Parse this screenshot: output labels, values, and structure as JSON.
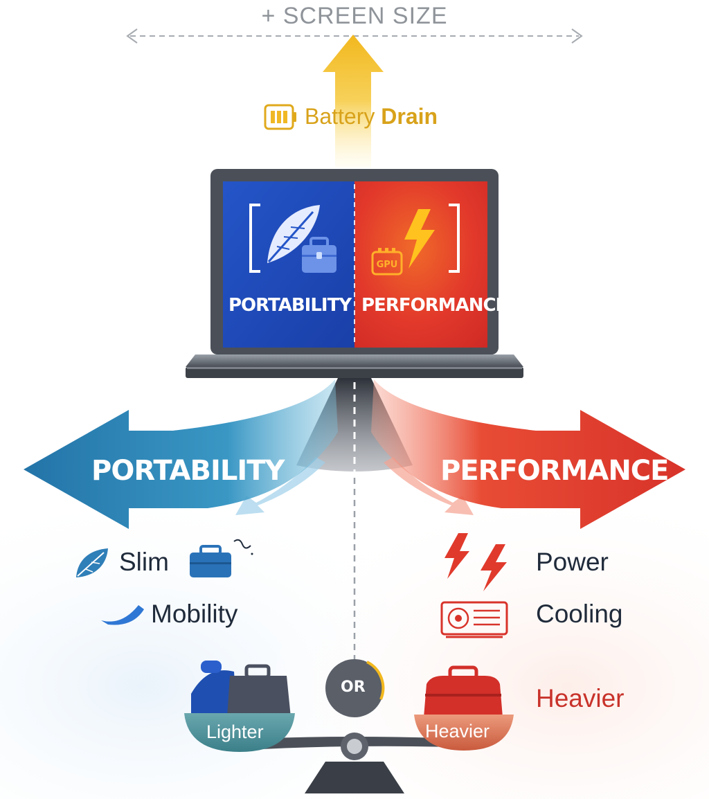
{
  "top": {
    "screen_size": "+ SCREEN SIZE",
    "battery_prefix": "Battery ",
    "battery_bold": "Drain"
  },
  "laptop": {
    "left_label": "PORTABILITY",
    "right_label": "PERFORMANCE",
    "gpu_chip": "GPU"
  },
  "arrows": {
    "left_label": "PORTABILITY",
    "right_label": "PERFORMANCE"
  },
  "features": {
    "left": [
      "Slim",
      "Mobility"
    ],
    "right": [
      "Power",
      "Cooling"
    ]
  },
  "scale": {
    "or_label": "OR",
    "left_pan": "Lighter",
    "right_pan": "Heavier",
    "right_note": "Heavier"
  },
  "colors": {
    "portability_blue": "#1f4fc0",
    "performance_red": "#e0382b",
    "battery_yellow": "#f2c12e",
    "arrow_teal": "#2f86b8"
  }
}
